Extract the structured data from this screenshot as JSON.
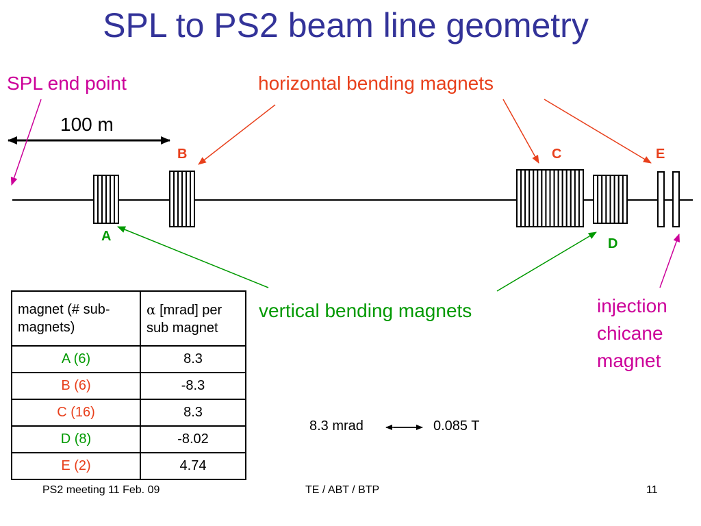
{
  "title": "SPL to PS2 beam line geometry",
  "colors": {
    "title": "#333399",
    "horizontal": "#e8401c",
    "vertical": "#009900",
    "pointer": "#cc0099"
  },
  "labels": {
    "spl_end_point": "SPL end point",
    "horizontal_bending": "horizontal bending magnets",
    "vertical_bending": "vertical bending magnets",
    "scale": "100 m",
    "injection_line1": "injection",
    "injection_line2": "chicane",
    "injection_line3": "magnet"
  },
  "magnets": {
    "a": "A",
    "b": "B",
    "c": "C",
    "d": "D",
    "e": "E"
  },
  "table": {
    "header_col1": "magnet (# sub-magnets)",
    "header_col2_symbol": "α",
    "header_col2": " [mrad] per sub magnet",
    "rows": [
      {
        "name": "A (6)",
        "value": "8.3"
      },
      {
        "name": "B (6)",
        "value": "-8.3"
      },
      {
        "name": "C (16)",
        "value": "8.3"
      },
      {
        "name": "D (8)",
        "value": "-8.02"
      },
      {
        "name": "E (2)",
        "value": "4.74"
      }
    ]
  },
  "conversion": {
    "left": "8.3 mrad",
    "right": "0.085 T"
  },
  "footer": {
    "left": "PS2 meeting 11 Feb. 09",
    "center": "TE / ABT / BTP",
    "right": "11"
  }
}
